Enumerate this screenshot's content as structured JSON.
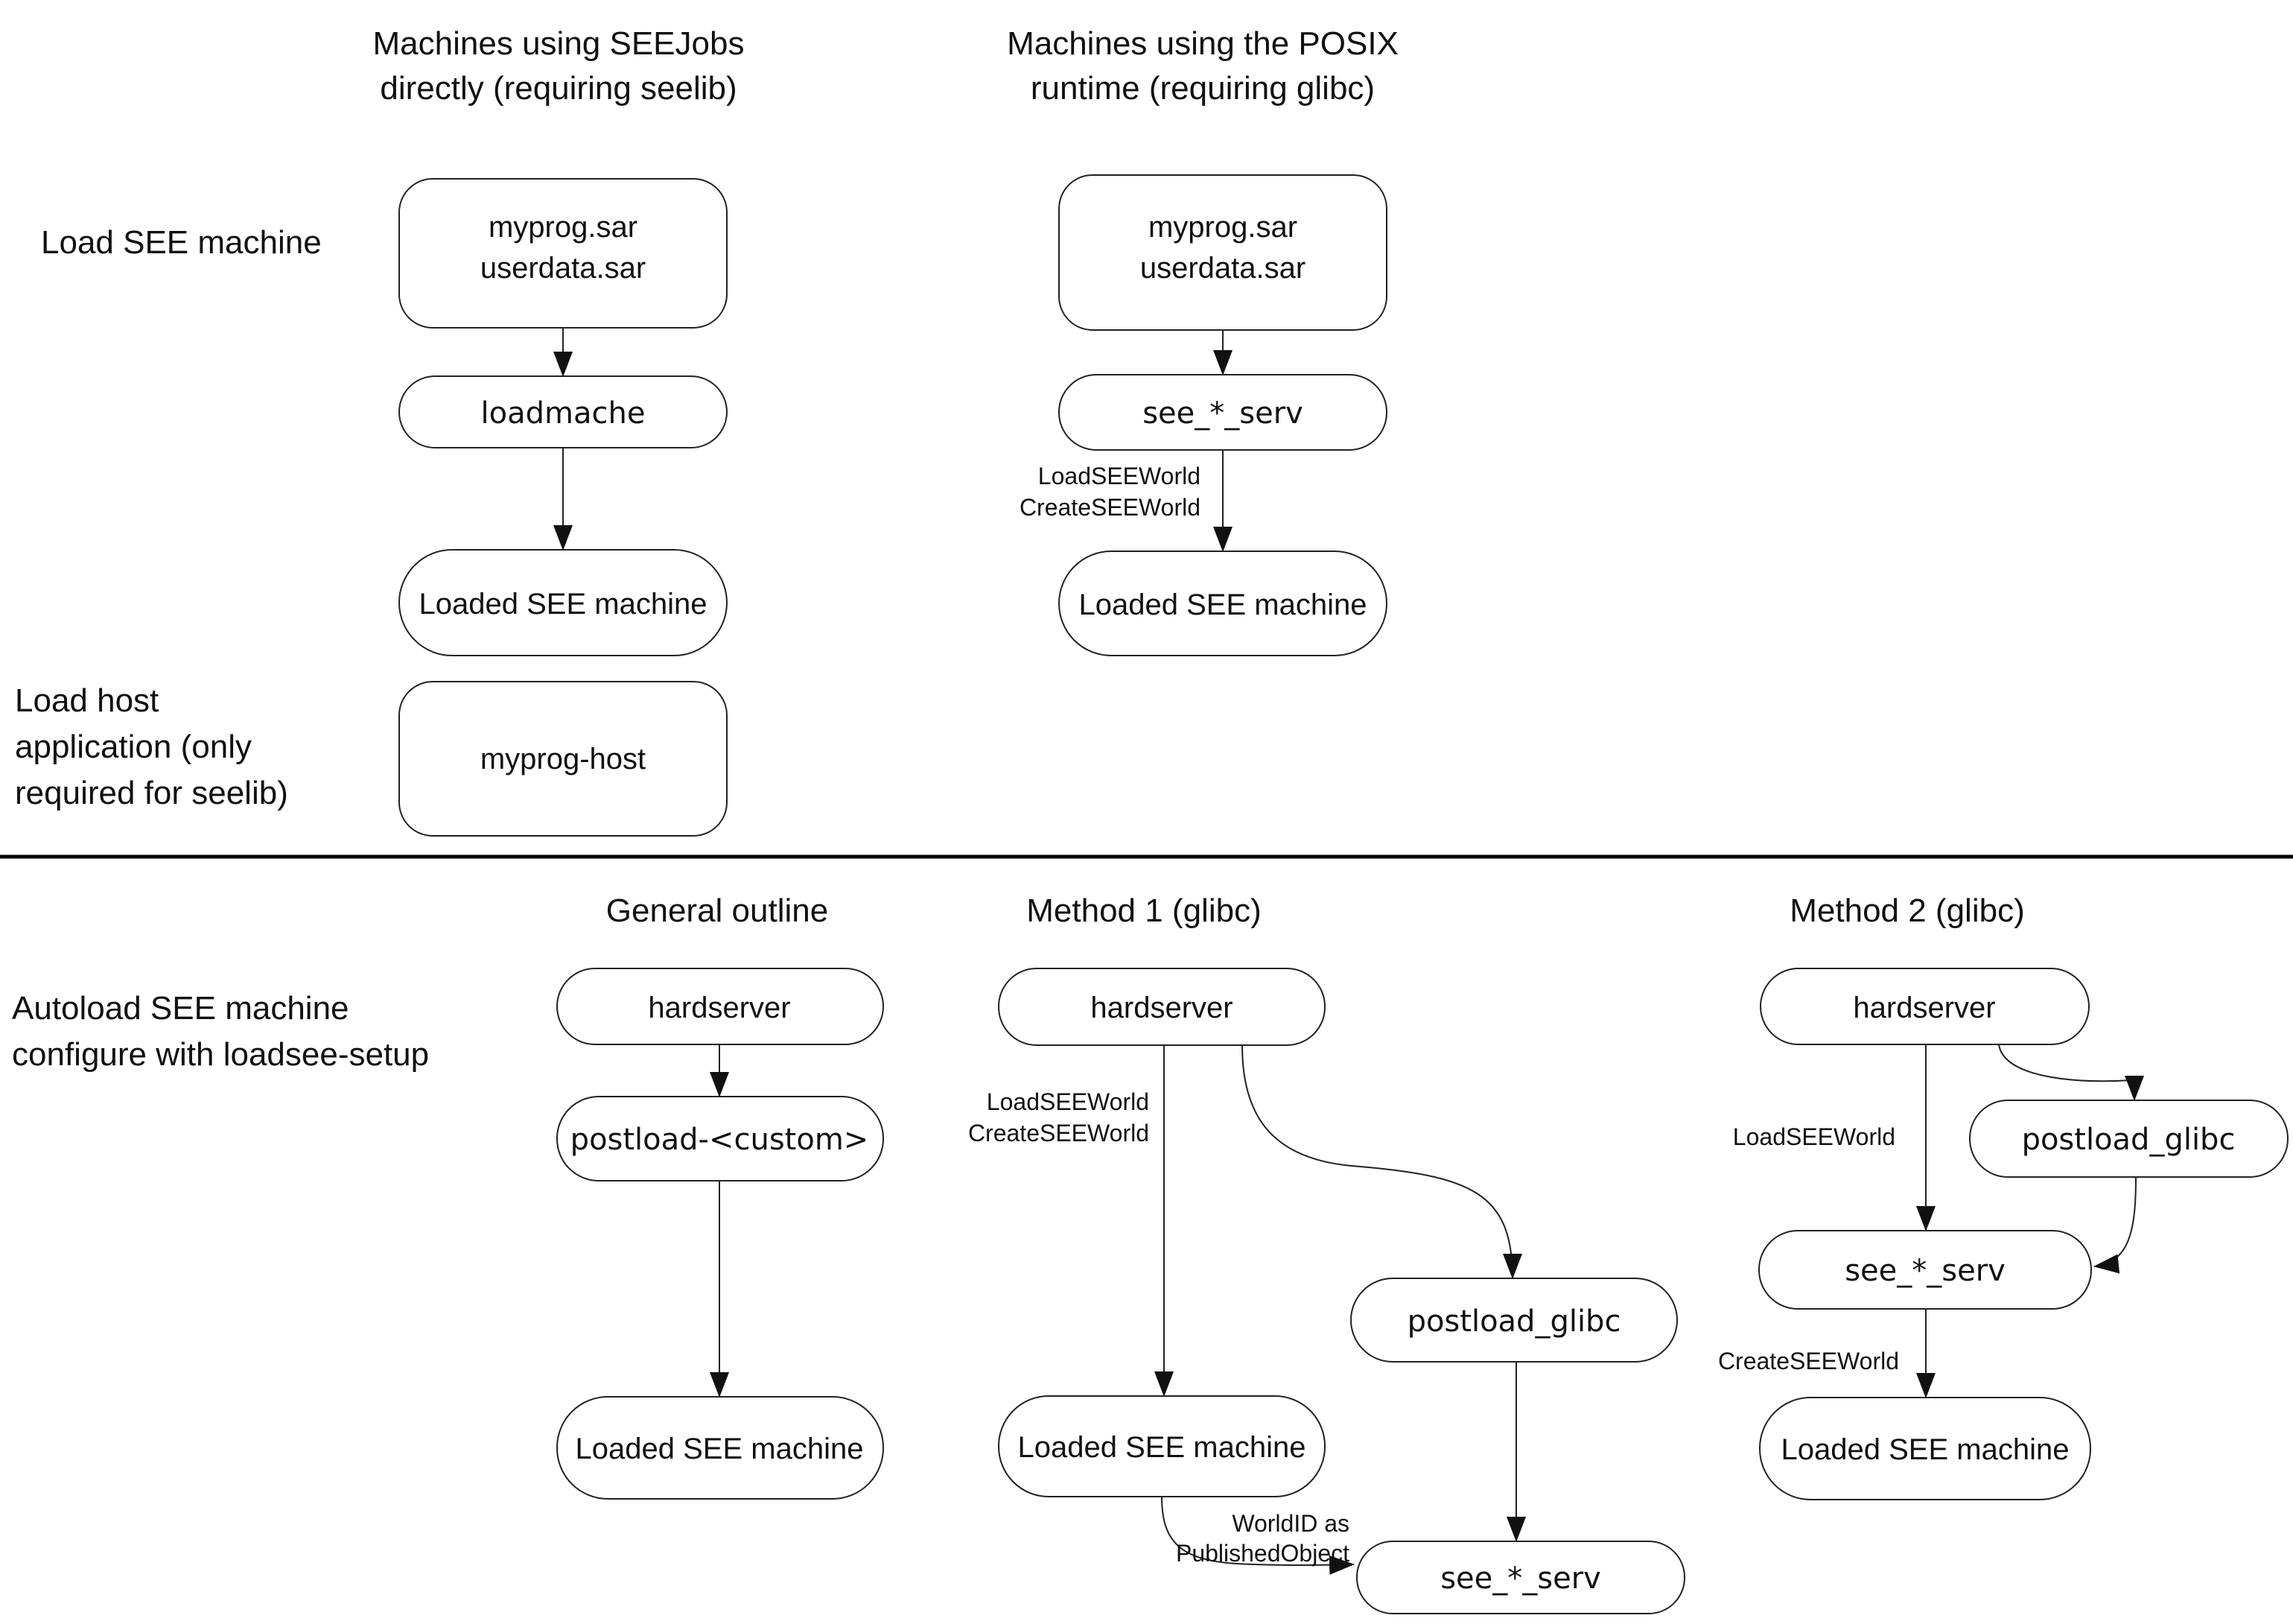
{
  "titles": {
    "col_seejobs_line1": "Machines using SEEJobs",
    "col_seejobs_line2": "directly (requiring seelib)",
    "col_posix_line1": "Machines using the POSIX",
    "col_posix_line2": "runtime (requiring glibc)"
  },
  "row_labels": {
    "load_see_machine": "Load SEE machine",
    "load_host_line1": "Load host",
    "load_host_line2": "application (only",
    "load_host_line3": "required for seelib)",
    "autoload_line1": "Autoload SEE machine",
    "autoload_line2": "configure with loadsee-setup"
  },
  "section2_headers": {
    "general": "General outline",
    "method1": "Method 1 (glibc)",
    "method2": "Method 2 (glibc)"
  },
  "nodes": {
    "seejobs_sar_line1": "myprog.sar",
    "seejobs_sar_line2": "userdata.sar",
    "loadmache": "loadmache",
    "seejobs_loaded": "Loaded SEE machine",
    "myprog_host": "myprog-host",
    "posix_sar_line1": "myprog.sar",
    "posix_sar_line2": "userdata.sar",
    "posix_serv": "see_*_serv",
    "posix_loaded": "Loaded SEE machine",
    "general_hardserver": "hardserver",
    "postload_custom": "postload-<custom>",
    "general_loaded": "Loaded SEE machine",
    "m1_hardserver": "hardserver",
    "m1_postload_glibc": "postload_glibc",
    "m1_loaded": "Loaded SEE machine",
    "m1_serv": "see_*_serv",
    "m2_hardserver": "hardserver",
    "m2_postload_glibc": "postload_glibc",
    "m2_serv": "see_*_serv",
    "m2_loaded": "Loaded SEE machine"
  },
  "edge_labels": {
    "posix_load_line1": "LoadSEEWorld",
    "posix_load_line2": "CreateSEEWorld",
    "m1_load_line1": "LoadSEEWorld",
    "m1_load_line2": "CreateSEEWorld",
    "m1_worldid_line1": "WorldID as",
    "m1_worldid_line2": "PublishedObject",
    "m2_loadseeworld": "LoadSEEWorld",
    "m2_createseeworld": "CreateSEEWorld"
  },
  "colors": {
    "ink": "#111111",
    "stroke": "#222222",
    "background": "#ffffff"
  }
}
